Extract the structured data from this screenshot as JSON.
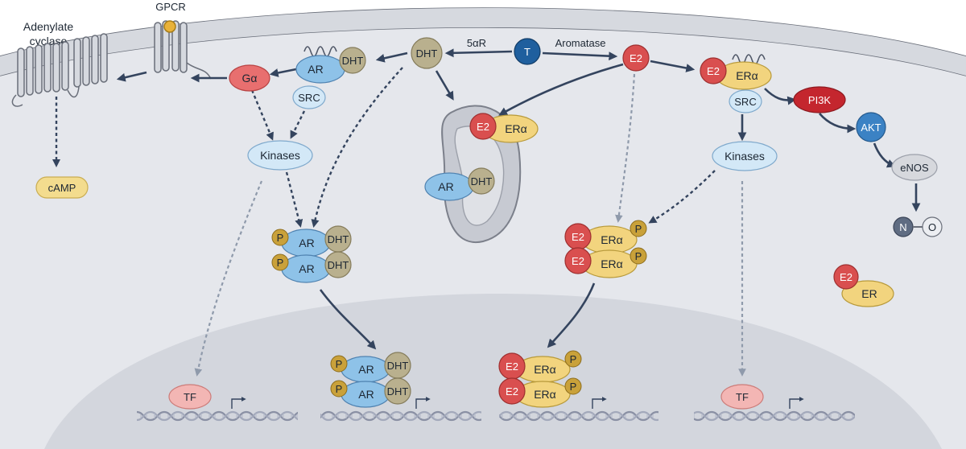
{
  "colors": {
    "cell_bg": "#e5e7ec",
    "nucleus_bg": "#d3d6dd",
    "membrane": "#cfd2d9",
    "ar_blue": "#8ec2e8",
    "dht_tan": "#b9b08e",
    "era_yellow": "#f2d47e",
    "e2_red": "#d94f4f",
    "p_gold": "#c9a13a",
    "src_light": "#d3e8f7",
    "kinase_light": "#d3e8f7",
    "galpha_pink": "#e86f6f",
    "pi3k_red": "#c4262e",
    "akt_blue": "#3b82c4",
    "t_blue": "#1f5f9e",
    "tf_pink": "#f3b6b4",
    "camp_yellow": "#f3dc8e",
    "arrow": "#34445e"
  },
  "icons": [
    "gpcr-icon",
    "adenylate-cyclase-icon",
    "mitochondrion-icon",
    "dna-helix-icon",
    "transcription-start-icon"
  ],
  "labels": {
    "gpcr": "GPCR",
    "adenylate_cyclase_1": "Adenylate",
    "adenylate_cyclase_2": "cyclase",
    "camp": "cAMP",
    "galpha": "Gα",
    "ar": "AR",
    "dht": "DHT",
    "src": "SRC",
    "kinases": "Kinases",
    "five_ar": "5αR",
    "t": "T",
    "aromatase": "Aromatase",
    "e2": "E2",
    "era": "ERα",
    "pi3k": "PI3K",
    "akt": "AKT",
    "enos": "eNOS",
    "n": "N",
    "o": "O",
    "er": "ER",
    "p": "P",
    "tf": "TF"
  }
}
